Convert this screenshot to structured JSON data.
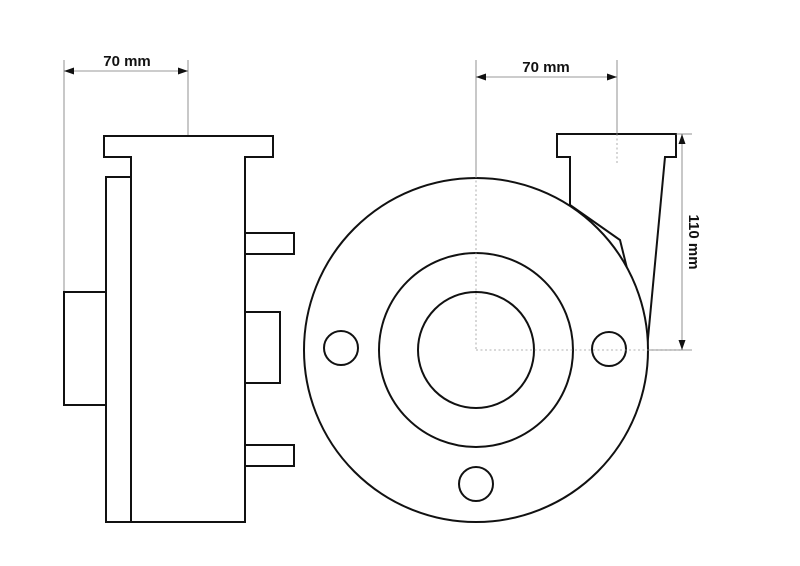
{
  "dimensions": {
    "side_width": "70 mm",
    "front_width": "70 mm",
    "front_height": "110 mm"
  },
  "colors": {
    "line": "#111111",
    "dimension_line": "#777777",
    "background": "#ffffff"
  }
}
